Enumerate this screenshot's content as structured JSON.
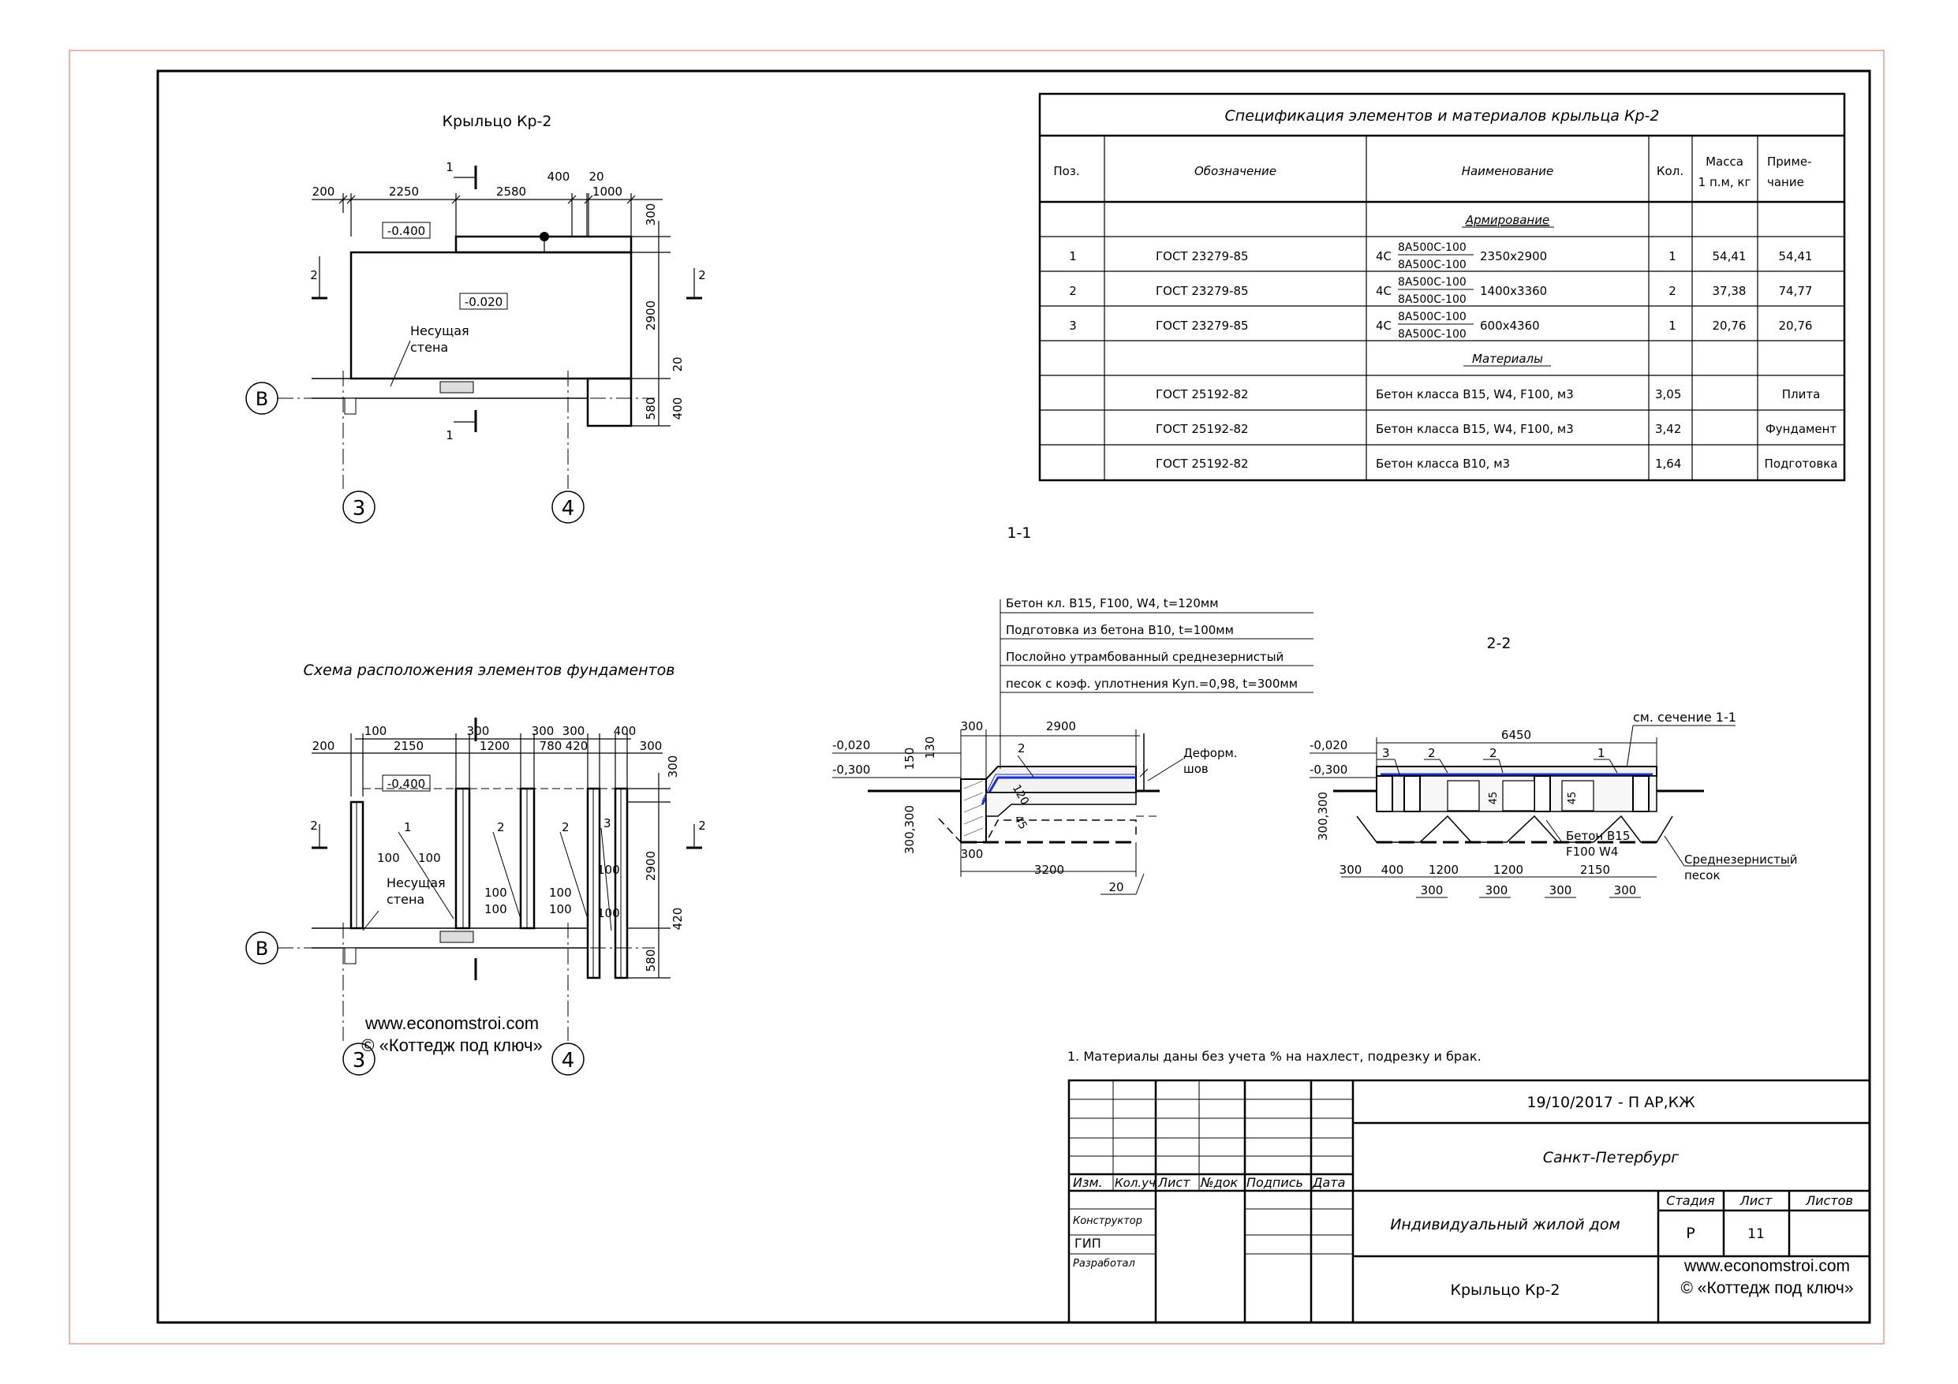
{
  "plan1": {
    "title": "Крыльцо Кр-2",
    "elev_top": "-0.400",
    "elev_mid": "-0.020",
    "wall_label_1": "Несущая",
    "wall_label_2": "стена",
    "dims_top": [
      "200",
      "2250",
      "2580",
      "400",
      "20",
      "1000"
    ],
    "dims_right": [
      "300",
      "2900",
      "20",
      "580",
      "400"
    ],
    "section_marks": [
      "1",
      "1",
      "2",
      "2"
    ],
    "axis_b": "В",
    "axis_3": "3",
    "axis_4": "4"
  },
  "plan2": {
    "title": "Схема расположения элементов фундаментов",
    "elev_top": "-0.400",
    "wall_label_1": "Несущая",
    "wall_label_2": "стена",
    "dims_top1": [
      "100",
      "300",
      "300",
      "300",
      "400"
    ],
    "dims_top2": [
      "200",
      "2150",
      "1200",
      "780",
      "420",
      "300"
    ],
    "dims_right": [
      "300",
      "2900",
      "420",
      "580"
    ],
    "inner_dims": [
      "100",
      "100",
      "100",
      "100",
      "100",
      "100",
      "100",
      "100"
    ],
    "pos_marks": [
      "1",
      "2",
      "2",
      "3"
    ],
    "section_marks": [
      "2",
      "2"
    ],
    "axis_b": "В",
    "axis_3": "3",
    "axis_4": "4",
    "watermark_1": "www.economstroi.com",
    "watermark_2": "© «Коттедж под ключ»"
  },
  "spec": {
    "title": "Спецификация элементов и материалов крыльца Кр-2",
    "headers": [
      "Поз.",
      "Обозначение",
      "Наименование",
      "Кол.",
      "Масса",
      "1 п.м, кг",
      "Приме-",
      "чание"
    ],
    "group1": "Армирование",
    "group2": "Материалы",
    "rows": [
      {
        "pos": "1",
        "doc": "ГОСТ 23279-85",
        "pre": "4С",
        "num": "8А500С-100",
        "den": "8А500С-100",
        "size": "2350х2900",
        "qty": "1",
        "mass": "54,41",
        "note": "54,41"
      },
      {
        "pos": "2",
        "doc": "ГОСТ 23279-85",
        "pre": "4С",
        "num": "8А500С-100",
        "den": "8А500С-100",
        "size": "1400х3360",
        "qty": "2",
        "mass": "37,38",
        "note": "74,77"
      },
      {
        "pos": "3",
        "doc": "ГОСТ 23279-85",
        "pre": "4С",
        "num": "8А500С-100",
        "den": "8А500С-100",
        "size": "600х4360",
        "qty": "1",
        "mass": "20,76",
        "note": "20,76"
      }
    ],
    "materials": [
      {
        "doc": "ГОСТ 25192-82",
        "name": "Бетон класса В15, W4, F100, м3",
        "qty": "3,05",
        "note": "Плита"
      },
      {
        "doc": "ГОСТ 25192-82",
        "name": "Бетон класса В15, W4, F100, м3",
        "qty": "3,42",
        "note": "Фундамент"
      },
      {
        "doc": "ГОСТ 25192-82",
        "name": "Бетон класса В10, м3",
        "qty": "1,64",
        "note": "Подготовка"
      }
    ]
  },
  "sec1": {
    "title": "1-1",
    "layers": [
      "Бетон кл. В15, F100, W4, t=120мм",
      "Подготовка из бетона В10, t=100мм",
      "Послойно утрамбованный среднезернистый",
      "песок с коэф. уплотнения Куп.=0,98, t=300мм"
    ],
    "elev1": "-0,020",
    "elev2": "-0,300",
    "dims": [
      "300",
      "2900",
      "150",
      "130",
      "300,300",
      "300",
      "3200",
      "20",
      "120",
      "45"
    ],
    "joint_1": "Деформ.",
    "joint_2": "шов",
    "pos": "2"
  },
  "sec2": {
    "title": "2-2",
    "ref": "см. сечение 1-1",
    "elev1": "-0,020",
    "elev2": "-0,300",
    "dims_top": [
      "6450"
    ],
    "dims_bottom": [
      "300",
      "400",
      "1200",
      "1200",
      "2150",
      "300",
      "300",
      "300",
      "300"
    ],
    "dim_left": "300,300",
    "pos": [
      "3",
      "2",
      "2",
      "1"
    ],
    "angle": [
      "45",
      "45"
    ],
    "concrete_1": "Бетон В15",
    "concrete_2": "F100 W4",
    "sand_1": "Среднезернистый",
    "sand_2": "песок"
  },
  "note": "1. Материалы даны без учета % на нахлест, подрезку и брак.",
  "stamp": {
    "code": "19/10/2017 - П АР,КЖ",
    "city": "Санкт-Петербург",
    "object": "Индивидуальный жилой дом",
    "sheet_title": "Крыльцо Кр-2",
    "cols": [
      "Изм.",
      "Кол.уч",
      "Лист",
      "№док",
      "Подпись",
      "Дата"
    ],
    "roles": [
      "Конструктор",
      "ГИП",
      "Разработал"
    ],
    "stage_h": "Стадия",
    "sheet_h": "Лист",
    "sheets_h": "Листов",
    "stage": "Р",
    "sheet": "11",
    "web_1": "www.economstroi.com",
    "web_2": "© «Коттедж под ключ»"
  }
}
